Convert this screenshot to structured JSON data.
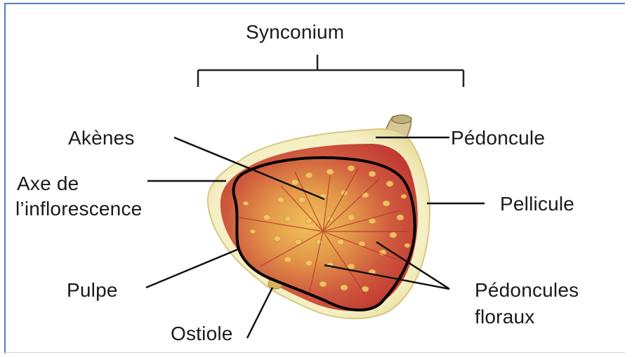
{
  "labels": {
    "synconium": "Synconium",
    "akenes": "Akènes",
    "axe_line1": "Axe de",
    "axe_line2": "l’inflorescence",
    "pulpe": "Pulpe",
    "ostiole": "Ostiole",
    "pedoncule": "Pédoncule",
    "pellicule": "Pellicule",
    "pedoncules_line1": "Pédoncules",
    "pedoncules_line2": "floraux"
  },
  "colors": {
    "frame": "#4f81bd",
    "peel": "#f3eab8",
    "flesh": "#c9463a",
    "seeds": "#e6b24a",
    "stem": "#c9b989",
    "outline": "#000000",
    "leader_line": "#111111"
  }
}
